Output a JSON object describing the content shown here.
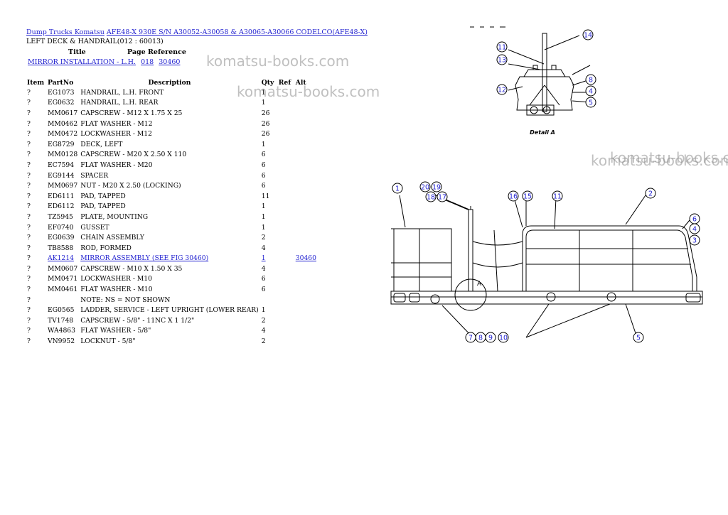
{
  "breadcrumb": {
    "crumb1": "Dump Trucks Komatsu",
    "crumb2": "AFE48-X 930E S/N A30052-A30058 & A30065-A30066 CODELCO(AFE48-X)"
  },
  "section_title": "LEFT DECK & HANDRAIL(012 : 60013)",
  "reference_header": {
    "title": "Title",
    "page_ref": "Page Reference"
  },
  "reference_row": {
    "title": "MIRROR INSTALLATION - L.H.",
    "code": "018",
    "page": "30460"
  },
  "table": {
    "headers": {
      "item": "Item",
      "part": "PartNo",
      "desc": "Description",
      "qty": "Qty",
      "ref": "Ref",
      "alt": "Alt"
    },
    "rows": [
      {
        "item": "?",
        "part": "EG1073",
        "desc": "HANDRAIL, L.H. FRONT",
        "qty": "1",
        "ref": "",
        "alt": ""
      },
      {
        "item": "?",
        "part": "EG0632",
        "desc": "HANDRAIL, L.H. REAR",
        "qty": "1",
        "ref": "",
        "alt": ""
      },
      {
        "item": "?",
        "part": "MM0617",
        "desc": "CAPSCREW - M12 X 1.75 X 25",
        "qty": "26",
        "ref": "",
        "alt": ""
      },
      {
        "item": "?",
        "part": "MM0462",
        "desc": "FLAT WASHER - M12",
        "qty": "26",
        "ref": "",
        "alt": ""
      },
      {
        "item": "?",
        "part": "MM0472",
        "desc": "LOCKWASHER - M12",
        "qty": "26",
        "ref": "",
        "alt": ""
      },
      {
        "item": "?",
        "part": "EG8729",
        "desc": "DECK, LEFT",
        "qty": "1",
        "ref": "",
        "alt": ""
      },
      {
        "item": "?",
        "part": "MM0128",
        "desc": "CAPSCREW - M20 X 2.50 X 110",
        "qty": "6",
        "ref": "",
        "alt": ""
      },
      {
        "item": "?",
        "part": "EC7594",
        "desc": "FLAT WASHER - M20",
        "qty": "6",
        "ref": "",
        "alt": ""
      },
      {
        "item": "?",
        "part": "EG9144",
        "desc": "SPACER",
        "qty": "6",
        "ref": "",
        "alt": ""
      },
      {
        "item": "?",
        "part": "MM0697",
        "desc": "NUT - M20 X 2.50 (LOCKING)",
        "qty": "6",
        "ref": "",
        "alt": ""
      },
      {
        "item": "?",
        "part": "ED6111",
        "desc": "PAD, TAPPED",
        "qty": "11",
        "ref": "",
        "alt": ""
      },
      {
        "item": "?",
        "part": "ED6112",
        "desc": "PAD, TAPPED",
        "qty": "1",
        "ref": "",
        "alt": ""
      },
      {
        "item": "?",
        "part": "TZ5945",
        "desc": "PLATE, MOUNTING",
        "qty": "1",
        "ref": "",
        "alt": ""
      },
      {
        "item": "?",
        "part": "EF0740",
        "desc": "GUSSET",
        "qty": "1",
        "ref": "",
        "alt": ""
      },
      {
        "item": "?",
        "part": "EG0639",
        "desc": "CHAIN ASSEMBLY",
        "qty": "2",
        "ref": "",
        "alt": ""
      },
      {
        "item": "?",
        "part": "TB8588",
        "desc": "ROD, FORMED",
        "qty": "4",
        "ref": "",
        "alt": ""
      },
      {
        "item": "?",
        "part": "AK1214",
        "desc": "MIRROR ASSEMBLY (SEE FIG 30460)",
        "qty": "1",
        "ref": "",
        "alt": "30460",
        "link": true
      },
      {
        "item": "?",
        "part": "MM0607",
        "desc": "CAPSCREW - M10 X 1.50 X 35",
        "qty": "4",
        "ref": "",
        "alt": ""
      },
      {
        "item": "?",
        "part": "MM0471",
        "desc": "LOCKWASHER - M10",
        "qty": "6",
        "ref": "",
        "alt": ""
      },
      {
        "item": "?",
        "part": "MM0461",
        "desc": "FLAT WASHER - M10",
        "qty": "6",
        "ref": "",
        "alt": ""
      },
      {
        "item": "?",
        "part": "",
        "desc": "NOTE: NS = NOT SHOWN",
        "qty": "",
        "ref": "",
        "alt": ""
      },
      {
        "item": "?",
        "part": "EG0565",
        "desc": "LADDER, SERVICE - LEFT UPRIGHT (LOWER REAR)",
        "qty": "1",
        "ref": "",
        "alt": ""
      },
      {
        "item": "?",
        "part": "TV1748",
        "desc": "CAPSCREW - 5/8\" - 11NC X 1 1/2\"",
        "qty": "2",
        "ref": "",
        "alt": ""
      },
      {
        "item": "?",
        "part": "WA4863",
        "desc": "FLAT WASHER - 5/8\"",
        "qty": "4",
        "ref": "",
        "alt": ""
      },
      {
        "item": "?",
        "part": "VN9952",
        "desc": "LOCKNUT - 5/8\"",
        "qty": "2",
        "ref": "",
        "alt": ""
      }
    ]
  },
  "watermark": "komatsu-books.com",
  "diagram": {
    "detail_label": "Detail A",
    "marker_a": "A",
    "callouts_detail": [
      "14",
      "11",
      "13",
      "12",
      "8",
      "4",
      "5"
    ],
    "callouts_main": [
      "1",
      "20",
      "19",
      "18",
      "17",
      "16",
      "15",
      "11",
      "2",
      "6",
      "4",
      "3",
      "7",
      "8",
      "9",
      "10",
      "5"
    ]
  }
}
